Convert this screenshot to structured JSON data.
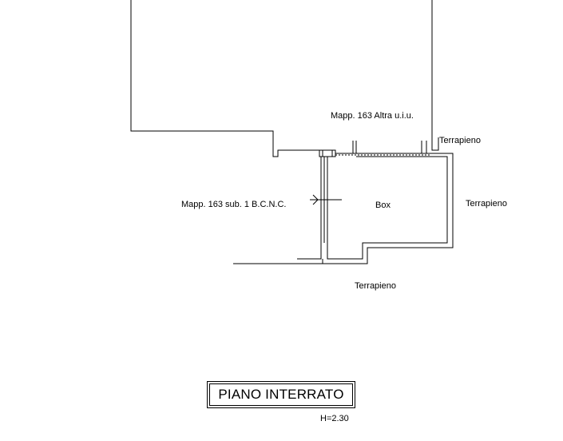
{
  "labels": {
    "adjacent_unit": "Mapp. 163 Altra u.i.u.",
    "terrapieno_top": "Terrapieno",
    "common_area": "Mapp. 163 sub. 1 B.C.N.C.",
    "box": "Box",
    "terrapieno_right": "Terrapieno",
    "terrapieno_bottom": "Terrapieno"
  },
  "title_block": {
    "title": "PIANO INTERRATO",
    "height_note": "H=2.30"
  }
}
